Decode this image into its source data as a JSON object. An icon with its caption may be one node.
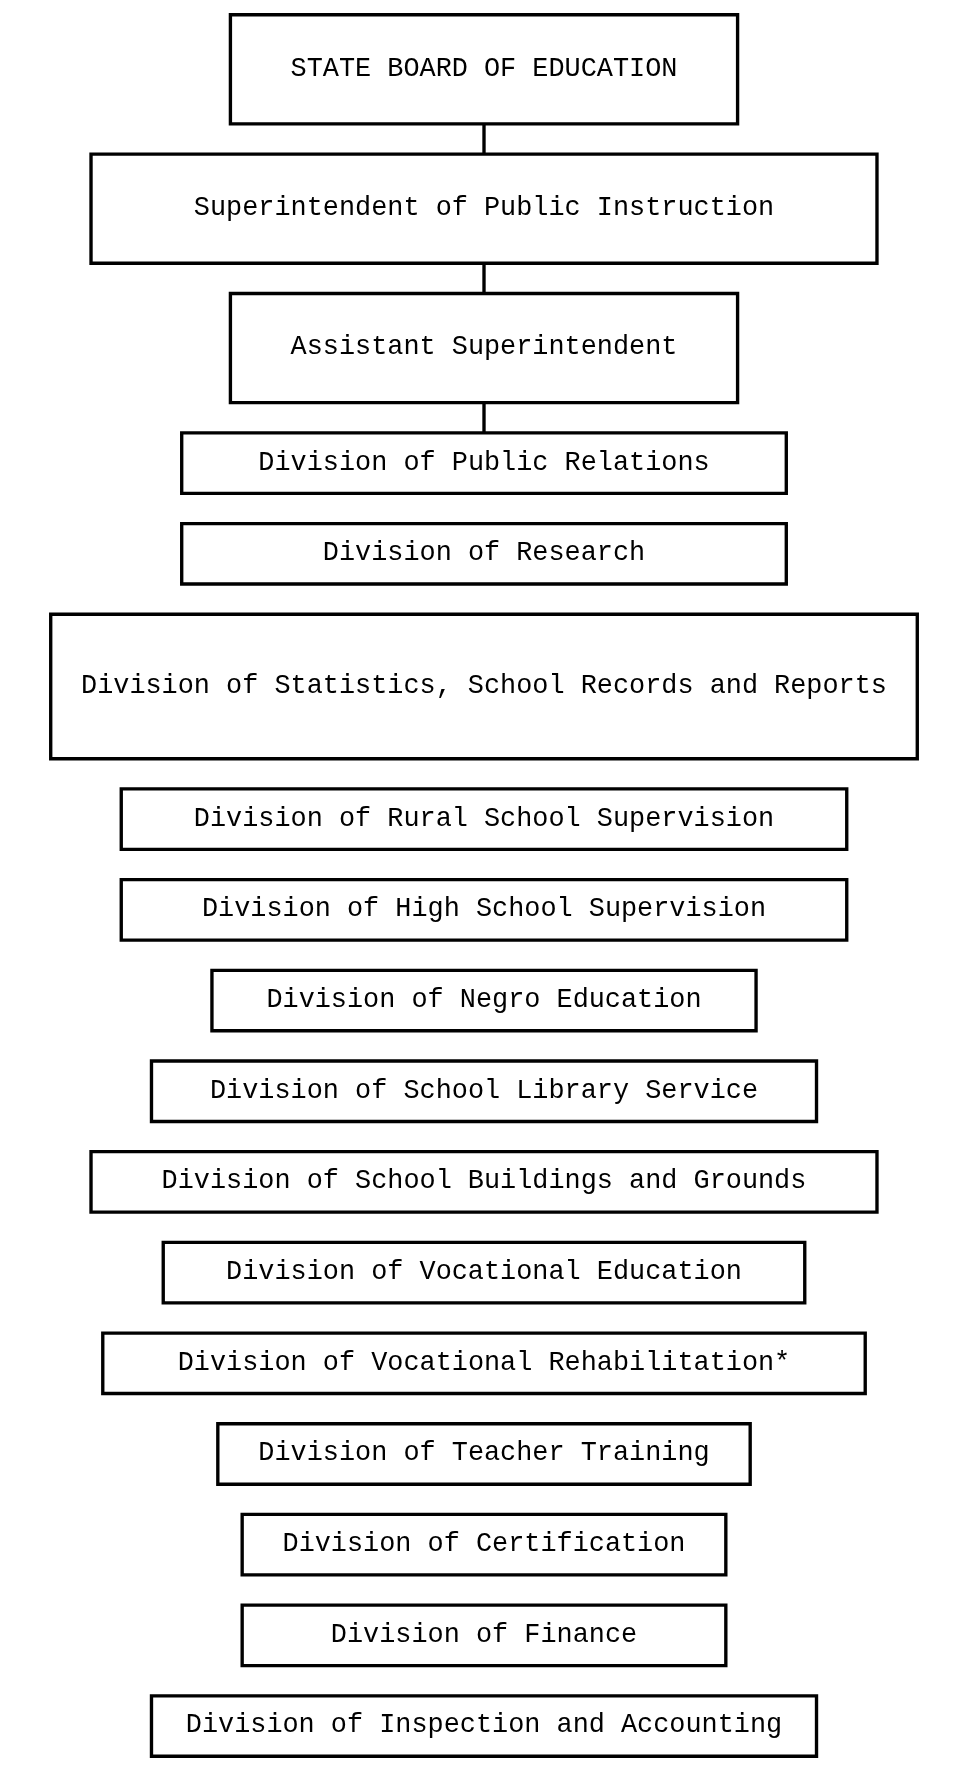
{
  "diagram": {
    "nodes": [
      {
        "text": [
          "STATE BOARD OF EDUCATION"
        ]
      },
      {
        "text": [
          "Superintendent of Public Instruction"
        ]
      },
      {
        "text": [
          "Assistant Superintendent"
        ]
      },
      {
        "text": [
          "Division of Public Relations"
        ]
      },
      {
        "text": [
          "Division of Research"
        ]
      },
      {
        "text": [
          "Division of Statistics, School Records and Reports"
        ]
      },
      {
        "text": [
          "Division of Rural School Supervision"
        ]
      },
      {
        "text": [
          "Division of High School Supervision"
        ]
      },
      {
        "text": [
          "Division of Negro Education"
        ]
      },
      {
        "text": [
          "Division of School Library Service"
        ]
      },
      {
        "text": [
          "Division of School Buildings and Grounds"
        ]
      },
      {
        "text": [
          "Division of Vocational Education"
        ]
      },
      {
        "text": [
          "Division of Vocational Rehabilitation*"
        ]
      },
      {
        "text": [
          "Division of Teacher Training"
        ]
      },
      {
        "text": [
          "Division of Certification"
        ]
      },
      {
        "text": [
          "Division of Finance"
        ]
      },
      {
        "text": [
          "Division of Inspection and Accounting"
        ]
      }
    ],
    "edges": [
      {
        "from": 0,
        "to": 1,
        "arrow": "none"
      },
      {
        "from": 1,
        "to": 2,
        "arrow": "none"
      },
      {
        "from": 2,
        "to": 3,
        "arrow": "none"
      }
    ]
  }
}
